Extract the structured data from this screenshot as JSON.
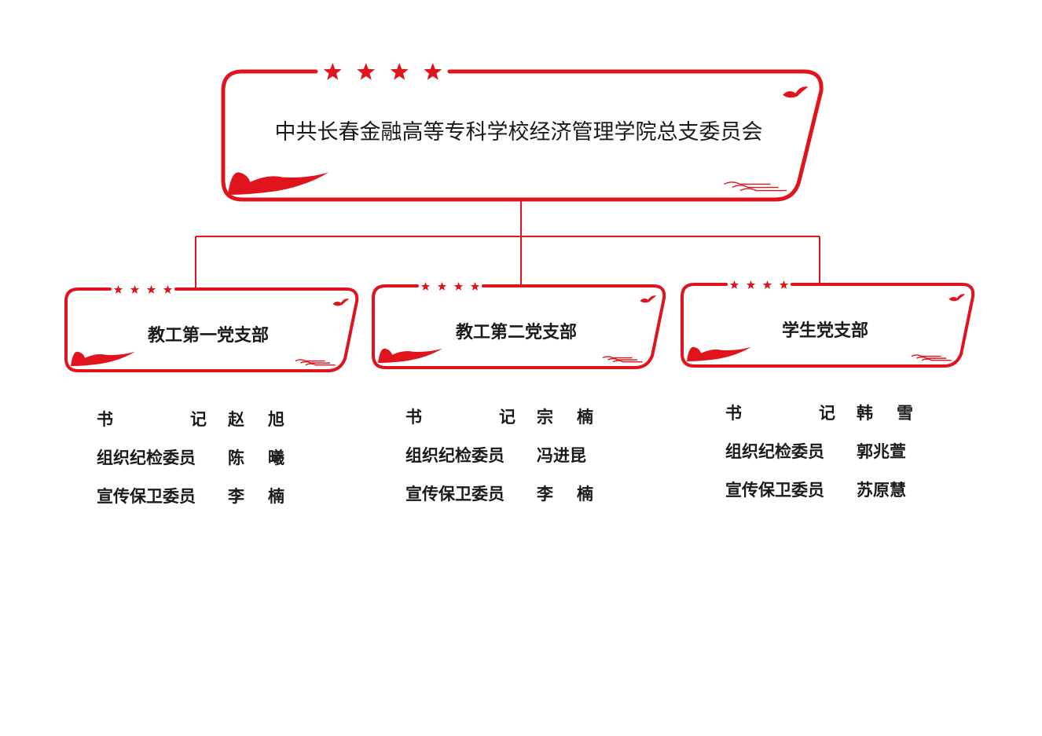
{
  "colors": {
    "frame": "#e0141c",
    "text": "#1a1a1a"
  },
  "root": {
    "title": "中共长春金融高等专科学校经济管理学院总支委员会"
  },
  "branches": [
    {
      "title": "教工第一党支部",
      "members": [
        {
          "role": "书 记",
          "name": "赵 旭"
        },
        {
          "role": "组织纪检委员",
          "name": "陈 曦"
        },
        {
          "role": "宣传保卫委员",
          "name": "李 楠"
        }
      ]
    },
    {
      "title": "教工第二党支部",
      "members": [
        {
          "role": "书 记",
          "name": "宗 楠"
        },
        {
          "role": "组织纪检委员",
          "name": "冯进昆"
        },
        {
          "role": "宣传保卫委员",
          "name": "李 楠"
        }
      ]
    },
    {
      "title": "学生党支部",
      "members": [
        {
          "role": "书 记",
          "name": "韩 雪"
        },
        {
          "role": "组织纪检委员",
          "name": "郭兆萱"
        },
        {
          "role": "宣传保卫委员",
          "name": "苏原慧"
        }
      ]
    }
  ]
}
